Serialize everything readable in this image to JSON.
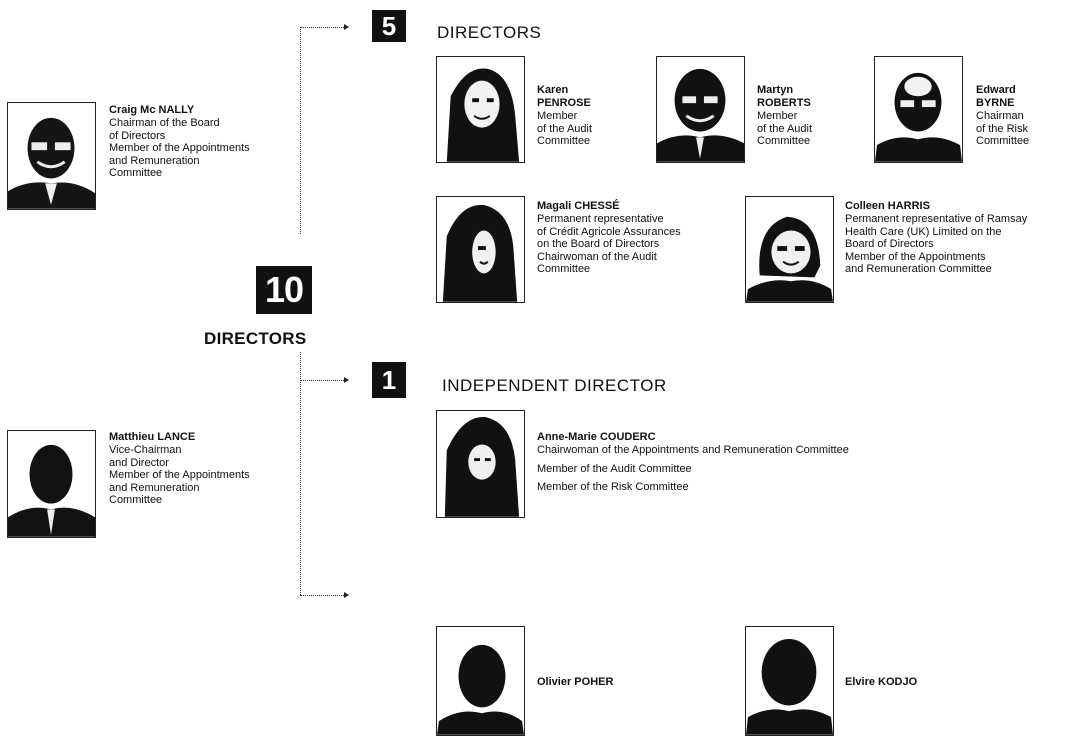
{
  "summary": {
    "count": "10",
    "label": "DIRECTORS"
  },
  "left_members": [
    {
      "name": "Craig Mc NALLY",
      "role1": "Chairman of the Board\nof Directors",
      "role2": "Member of the Appointments\nand Remuneration\nCommittee"
    },
    {
      "name": "Matthieu LANCE",
      "role1": "Vice-Chairman\nand Director",
      "role2": "Member of the Appointments\nand Remuneration\nCommittee"
    }
  ],
  "directors": {
    "count": "5",
    "heading": "DIRECTORS",
    "members": [
      {
        "name": "Karen\nPENROSE",
        "role1": "Member\nof the Audit\nCommittee"
      },
      {
        "name": "Martyn\nROBERTS",
        "role1": "Member\nof the Audit\nCommittee"
      },
      {
        "name": "Edward\nBYRNE",
        "role1": "Chairman\nof the Risk\nCommittee"
      },
      {
        "name": "Magali CHESSÉ",
        "role1": "Permanent representative\nof Crédit Agricole Assurances\non the Board of Directors",
        "role2": "Chairwoman of the Audit\nCommittee"
      },
      {
        "name": "Colleen HARRIS",
        "role1": "Permanent representative of Ramsay\nHealth Care (UK) Limited on the\nBoard of Directors",
        "role2": "Member of the Appointments\nand Remuneration Committee"
      }
    ]
  },
  "independent": {
    "count": "1",
    "heading": "INDEPENDENT DIRECTOR",
    "member": {
      "name": "Anne-Marie COUDERC",
      "role1": "Chairwoman of the Appointments and Remuneration Committee",
      "role2": "Member of the Audit Committee",
      "role3": "Member of the Risk Committee"
    }
  },
  "bottom_members": [
    {
      "name": "Olivier POHER"
    },
    {
      "name": "Elvire KODJO"
    }
  ]
}
